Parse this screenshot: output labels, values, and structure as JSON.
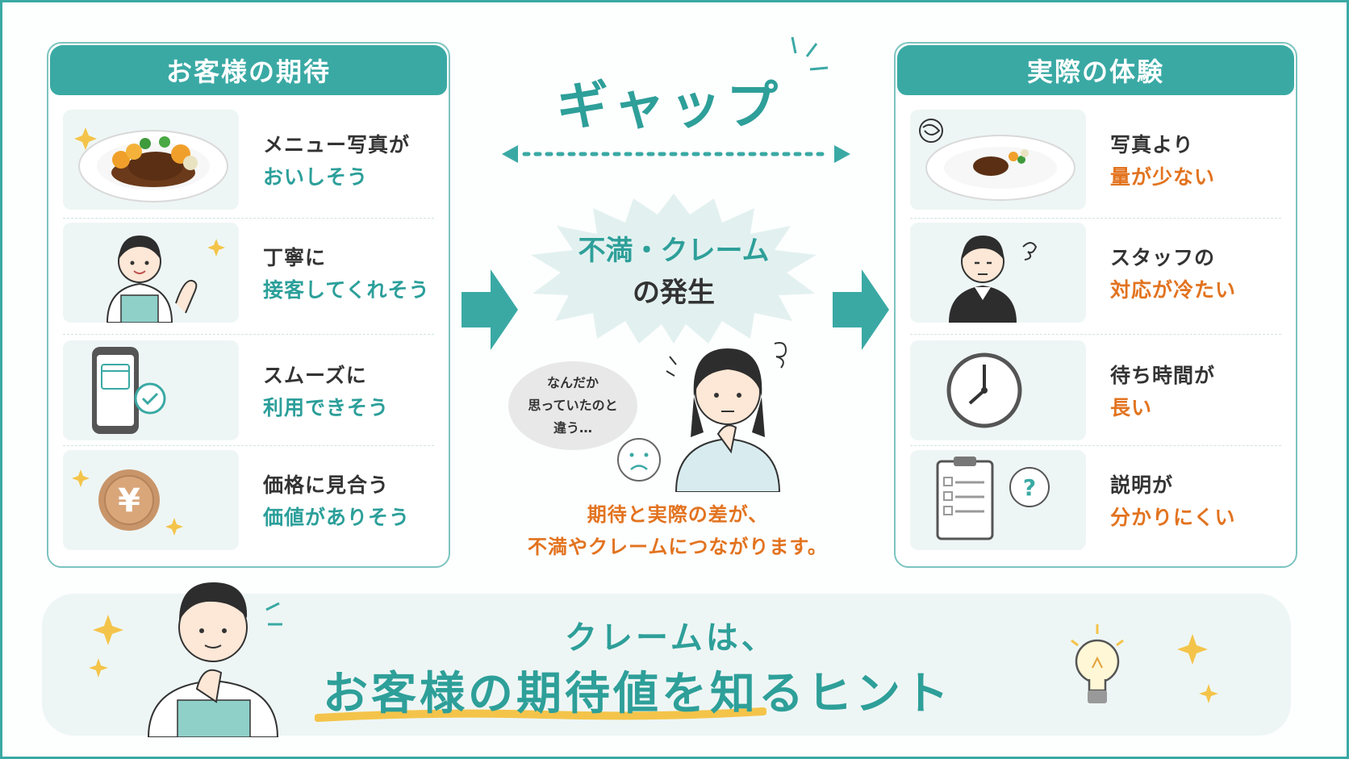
{
  "left_panel": {
    "title": "お客様の期待",
    "items": [
      {
        "line1": "メニュー写真が",
        "line2": "おいしそう",
        "icon": "plate-icon"
      },
      {
        "line1": "丁寧に",
        "line2": "接客してくれそう",
        "icon": "staff-smile-icon"
      },
      {
        "line1": "スムーズに",
        "line2": "利用できそう",
        "icon": "phone-check-icon"
      },
      {
        "line1": "価格に見合う",
        "line2": "価値がありそう",
        "icon": "yen-coin-icon"
      }
    ]
  },
  "right_panel": {
    "title": "実際の体験",
    "items": [
      {
        "line1": "写真より",
        "line2": "量が少ない",
        "icon": "small-plate-icon"
      },
      {
        "line1": "スタッフの",
        "line2": "対応が冷たい",
        "icon": "staff-cold-icon"
      },
      {
        "line1": "待ち時間が",
        "line2": "長い",
        "icon": "clock-icon"
      },
      {
        "line1": "説明が",
        "line2": "分かりにくい",
        "icon": "clipboard-question-icon"
      }
    ]
  },
  "center": {
    "gap_label": "ギャップ",
    "burst_line1": "不満・クレーム",
    "burst_line2": "の発生",
    "bubble_line1": "なんだか",
    "bubble_line2": "思っていたのと",
    "bubble_line3": "違う…",
    "note_line1": "期待と実際の差が、",
    "note_line2": "不満やクレームにつながります。"
  },
  "bottom": {
    "line1": "クレームは、",
    "line2": "お客様の期待値を知るヒント"
  },
  "colors": {
    "teal": "#3aa9a4",
    "orange": "#e2731f",
    "light_teal": "#eef6f5"
  }
}
